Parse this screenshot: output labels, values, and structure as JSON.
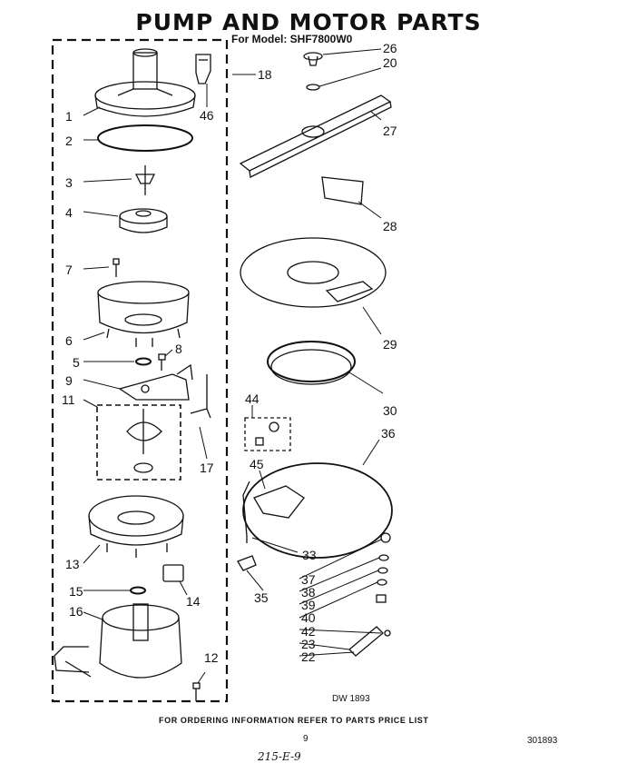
{
  "header": {
    "title": "PUMP AND MOTOR PARTS",
    "model_line": "For Model: SHF7800W0"
  },
  "callouts": {
    "c1": "1",
    "c2": "2",
    "c3": "3",
    "c4": "4",
    "c5": "5",
    "c6": "6",
    "c7": "7",
    "c8": "8",
    "c9": "9",
    "c11": "11",
    "c12": "12",
    "c13": "13",
    "c14": "14",
    "c15": "15",
    "c16": "16",
    "c17": "17",
    "c18": "18",
    "c20": "20",
    "c22": "22",
    "c23": "23",
    "c26": "26",
    "c27": "27",
    "c28": "28",
    "c29": "29",
    "c30": "30",
    "c33": "33",
    "c35": "35",
    "c36": "36",
    "c37": "37",
    "c38": "38",
    "c39": "39",
    "c40": "40",
    "c42": "42",
    "c44": "44",
    "c45": "45",
    "c46": "46"
  },
  "footer": {
    "drawing_number": "DW 1893",
    "ordering_note": "FOR ORDERING INFORMATION REFER TO PARTS PRICE LIST",
    "page_number": "9",
    "part_number": "301893",
    "handwritten_note": "215-E-9"
  }
}
